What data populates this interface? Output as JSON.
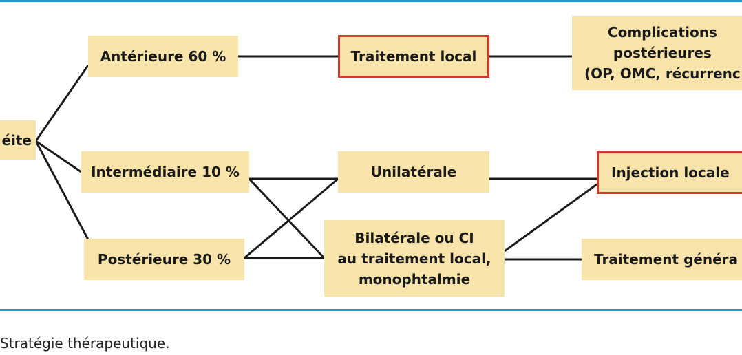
{
  "diagram": {
    "nodes": {
      "root": "éite",
      "anterieure": "Antérieure 60 %",
      "intermediaire": "Intermédiaire 10 %",
      "posterieure": "Postérieure 30 %",
      "traitement_local": "Traitement local",
      "unilaterale": "Unilatérale",
      "bilaterale": "Bilatérale ou CI\nau traitement local,\nmonophtalmie",
      "complications": "Complications\npostérieures\n(OP, OMC, récurrenc",
      "injection_locale": "Injection locale",
      "traitement_general": "Traitement généra"
    },
    "edges": [
      [
        "root",
        "anterieure"
      ],
      [
        "root",
        "intermediaire"
      ],
      [
        "root",
        "posterieure"
      ],
      [
        "anterieure",
        "traitement_local"
      ],
      [
        "traitement_local",
        "complications"
      ],
      [
        "intermediaire",
        "unilaterale"
      ],
      [
        "intermediaire",
        "bilaterale"
      ],
      [
        "posterieure",
        "unilaterale"
      ],
      [
        "posterieure",
        "bilaterale"
      ],
      [
        "unilaterale",
        "injection_locale"
      ],
      [
        "bilaterale",
        "injection_locale"
      ],
      [
        "bilaterale",
        "traitement_general"
      ]
    ],
    "highlight_color": "#d0392b",
    "box_color": "#f8e4ab",
    "rule_color": "#1e9ad6"
  },
  "caption": "Stratégie thérapeutique."
}
